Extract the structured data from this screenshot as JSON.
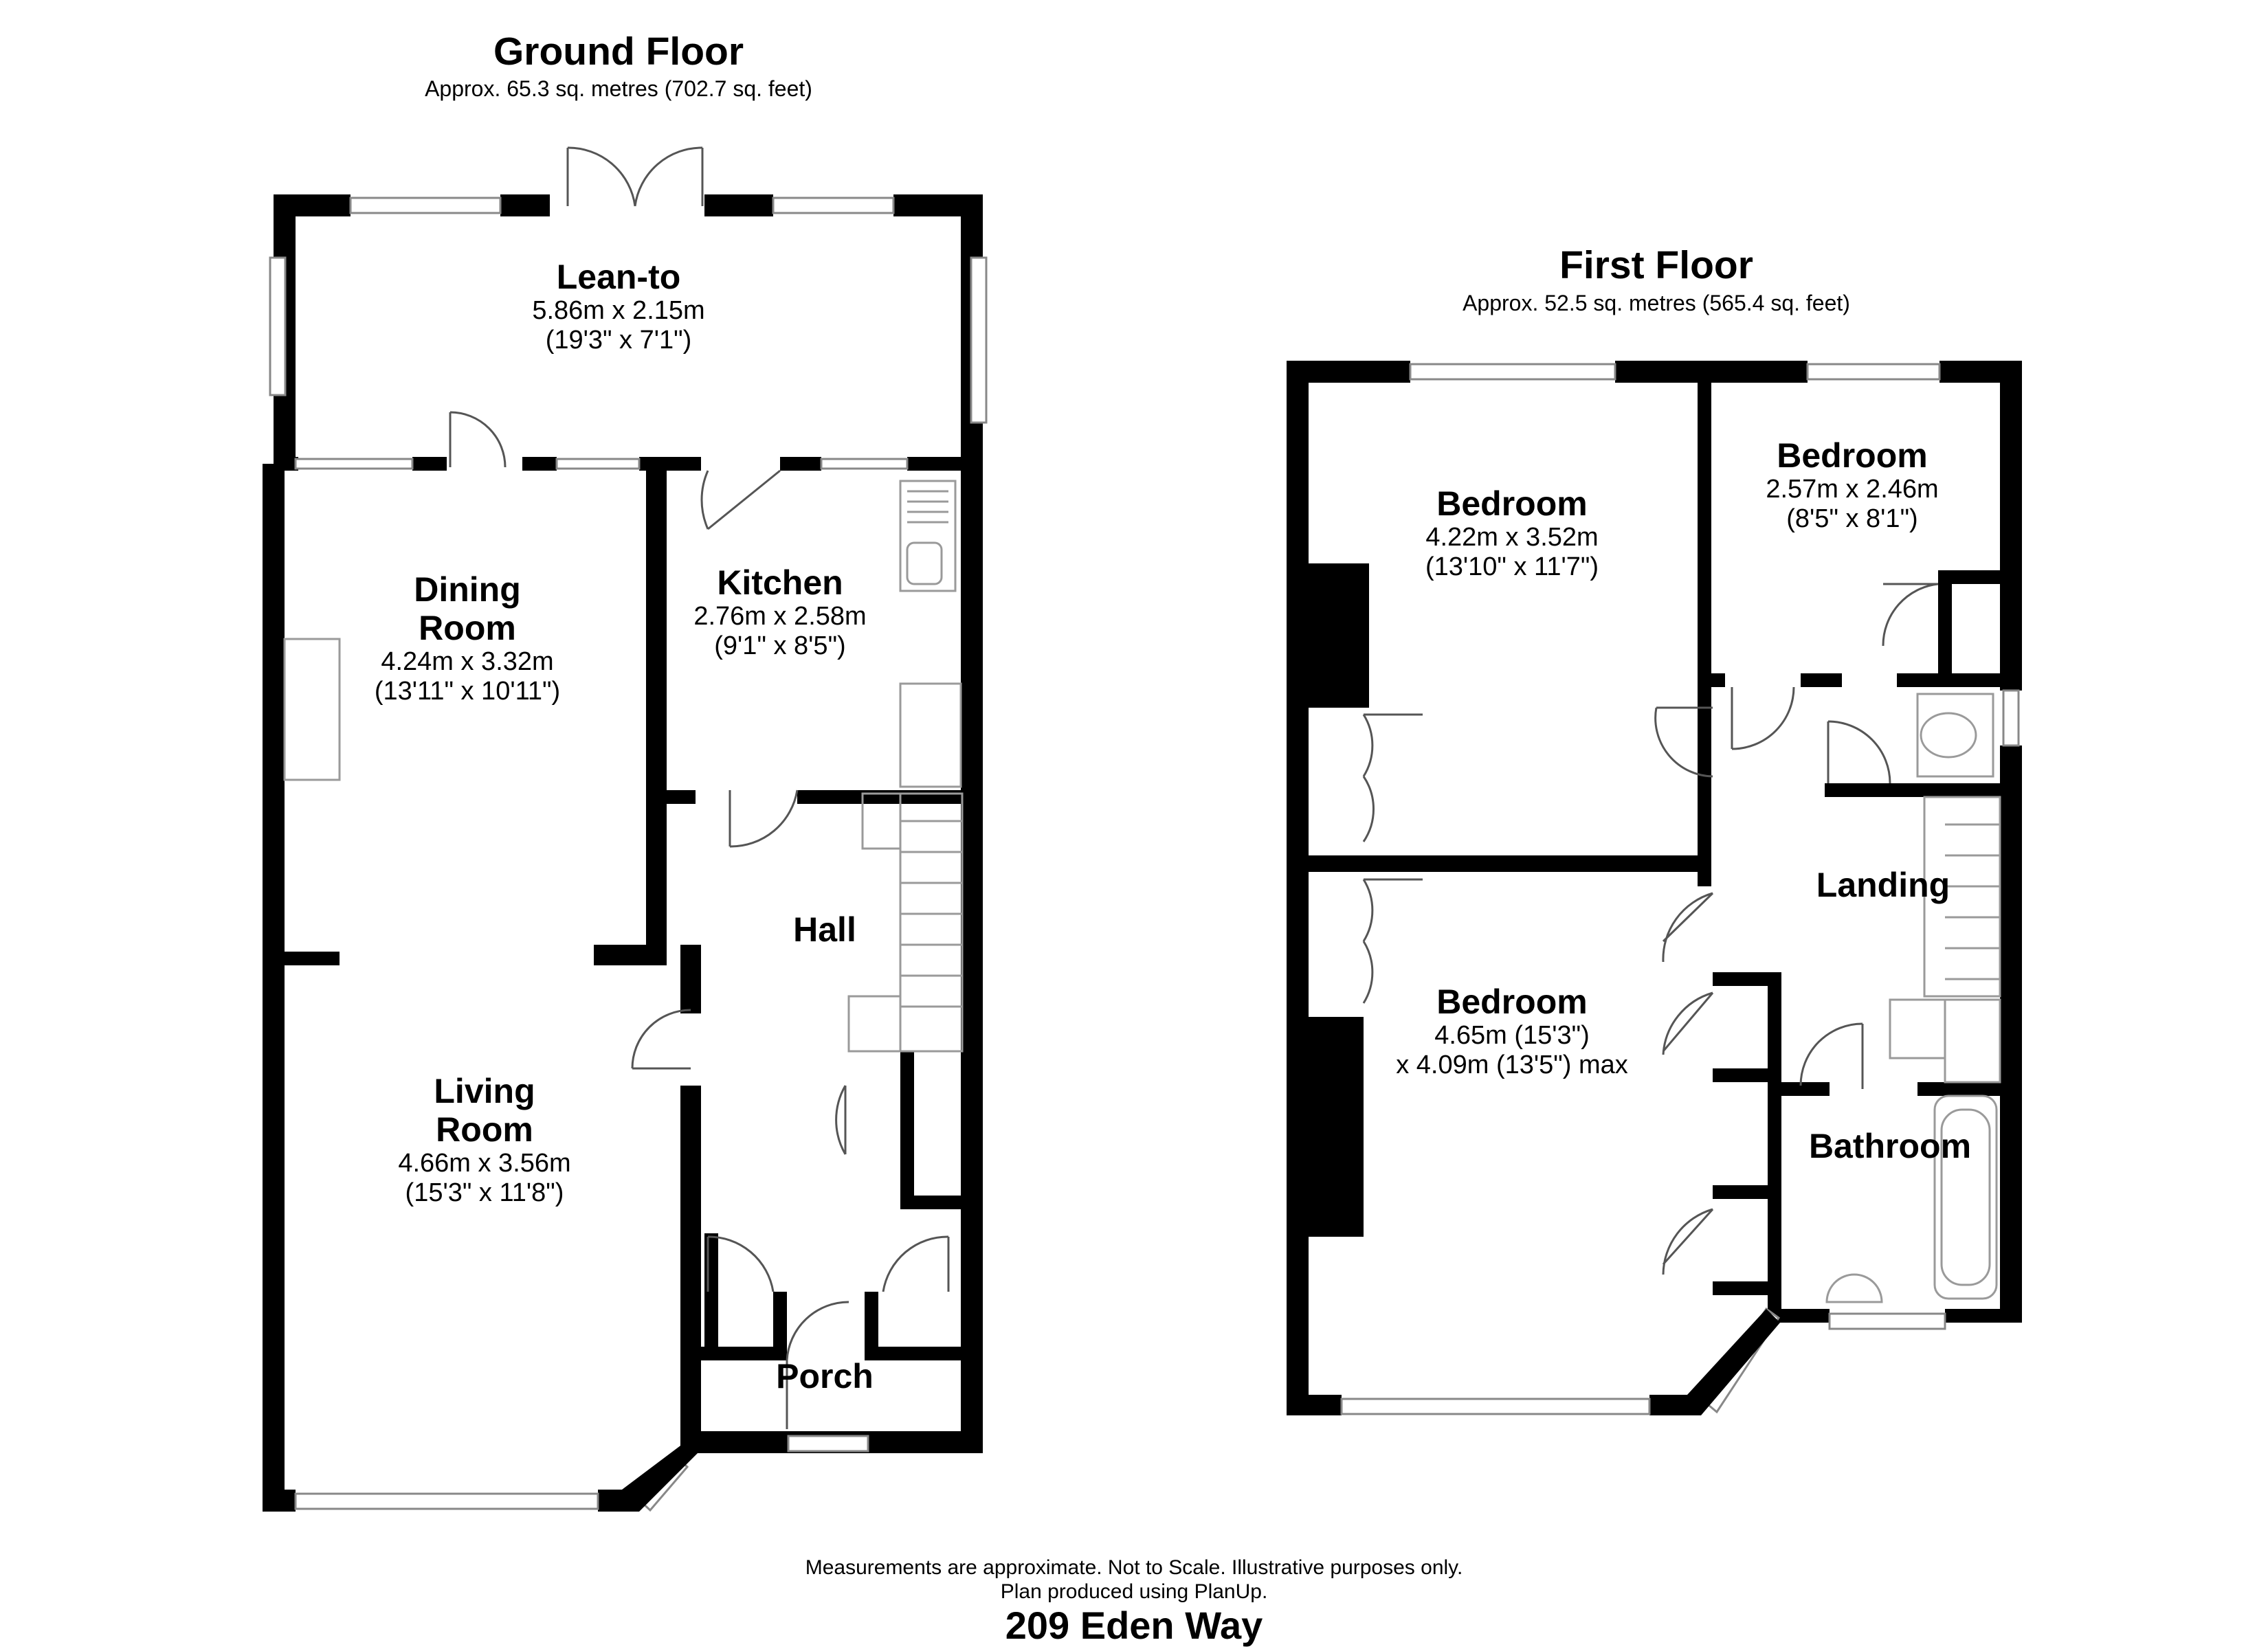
{
  "ground_floor": {
    "title": "Ground Floor",
    "area": "Approx. 65.3 sq. metres (702.7 sq. feet)",
    "rooms": [
      {
        "name": "Lean-to",
        "dim1": "5.86m x 2.15m",
        "dim2": "(19'3\" x 7'1\")"
      },
      {
        "name1": "Dining",
        "name2": "Room",
        "dim1": "4.24m x 3.32m",
        "dim2": "(13'11\" x 10'11\")"
      },
      {
        "name": "Kitchen",
        "dim1": "2.76m x 2.58m",
        "dim2": "(9'1\" x 8'5\")"
      },
      {
        "name": "Hall"
      },
      {
        "name1": "Living",
        "name2": "Room",
        "dim1": "4.66m x 3.56m",
        "dim2": "(15'3\" x 11'8\")"
      },
      {
        "name": "Porch"
      }
    ]
  },
  "first_floor": {
    "title": "First Floor",
    "area": "Approx. 52.5 sq. metres (565.4 sq. feet)",
    "rooms": [
      {
        "name": "Bedroom",
        "dim1": "4.22m x 3.52m",
        "dim2": "(13'10\" x 11'7\")"
      },
      {
        "name": "Bedroom",
        "dim1": "2.57m x 2.46m",
        "dim2": "(8'5\" x 8'1\")"
      },
      {
        "name": "Landing"
      },
      {
        "name": "Bedroom",
        "dim1": "4.65m (15'3\")",
        "dim2": "x 4.09m (13'5\") max"
      },
      {
        "name": "Bathroom"
      }
    ]
  },
  "footer": {
    "line1": "Measurements are approximate. Not to Scale. Illustrative purposes only.",
    "line2": "Plan produced using PlanUp.",
    "address": "209 Eden Way"
  },
  "colors": {
    "wall": "#000000",
    "fixture_line": "#9a9a9a",
    "background": "#ffffff"
  }
}
